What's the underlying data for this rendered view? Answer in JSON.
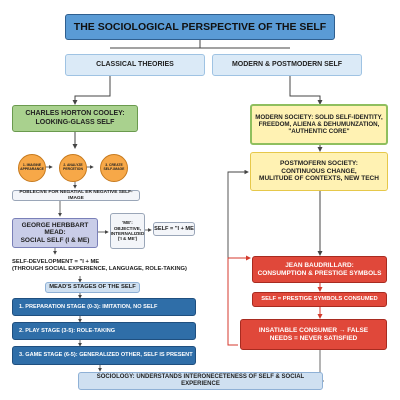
{
  "title": "THE SOCIOLOGICAL PERSPECTIVE OF THE SELF",
  "headers": {
    "classical": "CLASSICAL THEORIES",
    "modern": "MODERN & POSTMODERN SELF"
  },
  "cooley": {
    "label": "CHARLES HORTON COOLEY:\nLOOKING-GLASS SELF",
    "steps": [
      "1. IMAGINE APPEARANCE",
      "2. ANALYZE PERCETION",
      "3. CREATE SELF-IMAGE"
    ],
    "note": "POBLECIVE FOR NEGATIAL ER NEGATIVE SELF-IMAGE"
  },
  "mead": {
    "label": "GEORGE HERBBART MEAD:\nSOCIAL SELF (I & ME)",
    "me_box": "'ME': OBJECTIVE, INTERNALIZED ('I & ME')",
    "equation": "SELF = \"I + ME",
    "development": "SELF-DEVELOPMENT = \"I + ME\n(THROUGH SOCIAL EXPERIENCE, LANGUAGE, ROLE-TAKING)",
    "stages_header": "MEAD'S STAGES OF THE SELF",
    "stages": [
      "1. PREPARATION STAGE (0-3): IMITATION, NO SELF",
      "2. PLAY STAGE (3-5): ROLE-TAKING",
      "3. GAME STAGE (6-5): GENERALIZED OTHER, SELF IS PRESENT"
    ]
  },
  "modern": {
    "modern_society": "MODERN SOCIETY: SOLID SELF-IDENTITY,\nFREEDOM, ALIENA & DEHUMUNZATION,\n\"AUTHENTIC CORE\"",
    "postmodern_society": "POSTMOFERN SOCIETY:\nCONTINUOUS CHANGE,\nMULITUDE OF CONTEXTS, NEW TECH",
    "baudrillard": "JEAN BAUDRILLARD:\nCONSUMPTION & PRESTIGE SYMBOLS",
    "prestige": "SELF = PRESTIGE SYMBOLS CONSUMED",
    "consumer": "INSATIABLE CONSUMER → FALSE\nNEEDS = NEVER SATISFIED"
  },
  "footer": "SOCIOLOGY: UNDERSTANDS INTERONECETENESS OF SELF & SOCIAL EXPERIENCE",
  "colors": {
    "title_bg": "#5a9bd5",
    "green": "#a9d18e",
    "yellow": "#fff2b3",
    "red": "#e0483a",
    "stage_blue": "#2f6ea8",
    "orange": "#f7a848"
  }
}
